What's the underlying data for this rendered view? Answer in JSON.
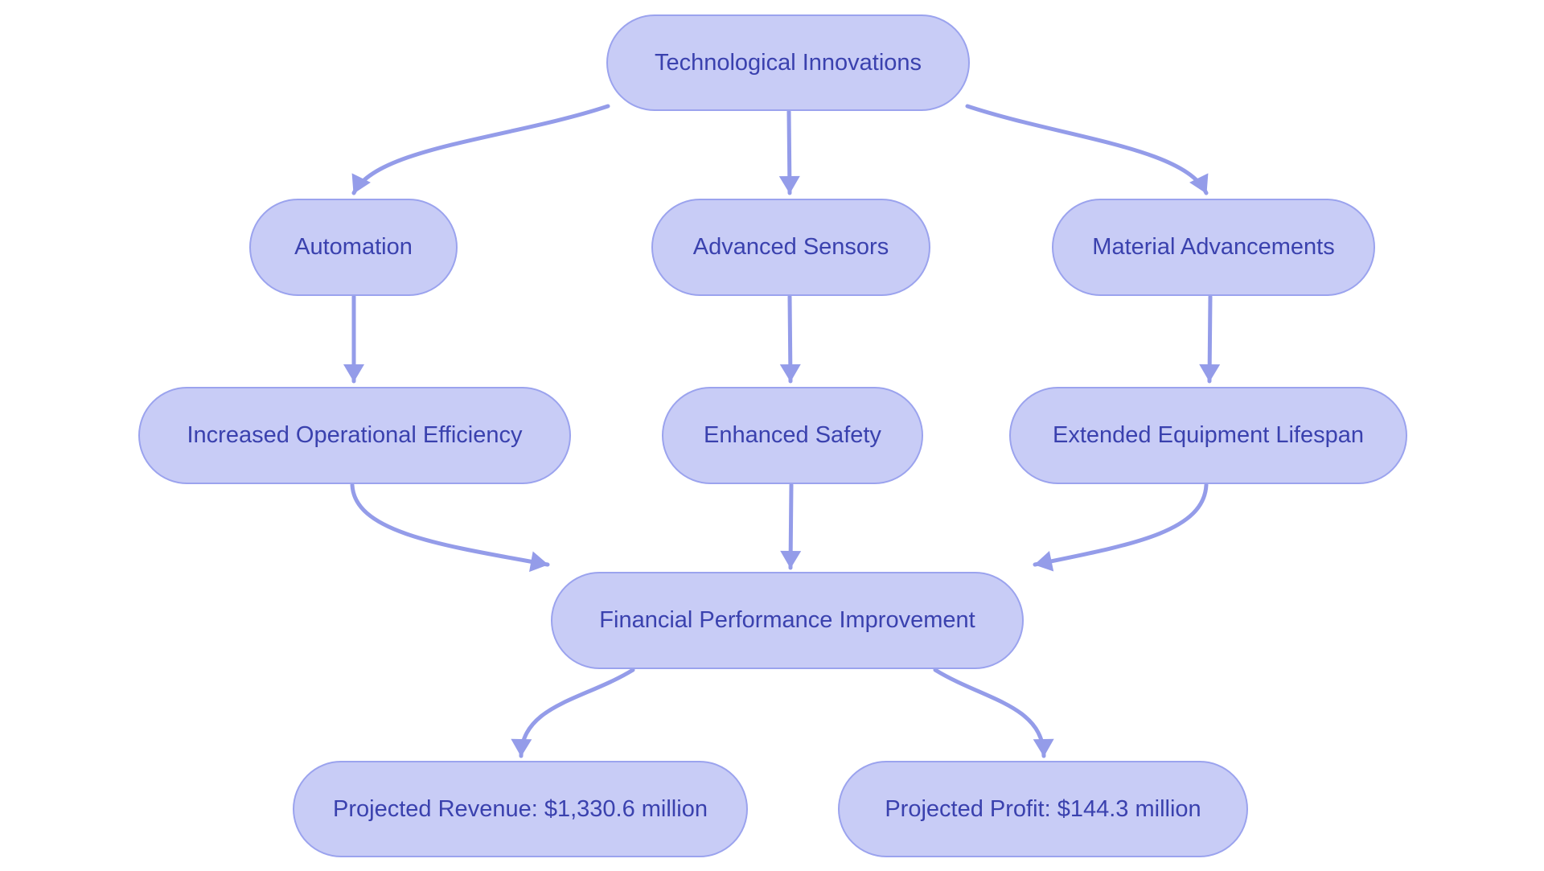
{
  "diagram": {
    "type": "flowchart",
    "background_color": "#ffffff",
    "colors": {
      "node_fill": "#c8ccf6",
      "node_border": "#9ba3ee",
      "node_text": "#3a41ae",
      "arrow": "#949ce9"
    },
    "nodes": [
      {
        "id": "tech",
        "label": "Technological Innovations"
      },
      {
        "id": "automation",
        "label": "Automation"
      },
      {
        "id": "sensors",
        "label": "Advanced Sensors"
      },
      {
        "id": "materials",
        "label": "Material Advancements"
      },
      {
        "id": "efficiency",
        "label": "Increased Operational Efficiency"
      },
      {
        "id": "safety",
        "label": "Enhanced Safety"
      },
      {
        "id": "lifespan",
        "label": "Extended Equipment Lifespan"
      },
      {
        "id": "financial",
        "label": "Financial Performance Improvement"
      },
      {
        "id": "revenue",
        "label": "Projected Revenue: $1,330.6 million"
      },
      {
        "id": "profit",
        "label": "Projected Profit: $144.3 million"
      }
    ],
    "edges": [
      {
        "from": "tech",
        "to": "automation"
      },
      {
        "from": "tech",
        "to": "sensors"
      },
      {
        "from": "tech",
        "to": "materials"
      },
      {
        "from": "automation",
        "to": "efficiency"
      },
      {
        "from": "sensors",
        "to": "safety"
      },
      {
        "from": "materials",
        "to": "lifespan"
      },
      {
        "from": "efficiency",
        "to": "financial"
      },
      {
        "from": "safety",
        "to": "financial"
      },
      {
        "from": "lifespan",
        "to": "financial"
      },
      {
        "from": "financial",
        "to": "revenue"
      },
      {
        "from": "financial",
        "to": "profit"
      }
    ]
  }
}
